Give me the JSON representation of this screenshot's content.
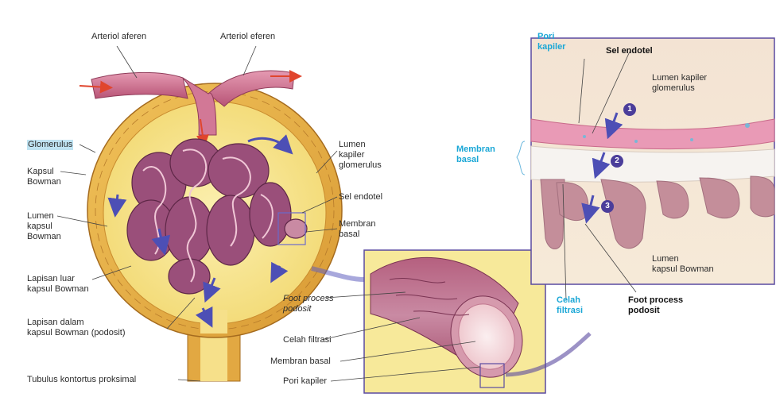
{
  "labels": {
    "arteriol_aferen": "Arteriol aferen",
    "arteriol_eferen": "Arteriol eferen",
    "glomerulus": "Glomerulus",
    "kapsul_bowman": [
      "Kapsul",
      "Bowman"
    ],
    "lumen_kapsul_bowman": [
      "Lumen",
      "kapsul",
      "Bowman"
    ],
    "lapisan_luar": [
      "Lapisan luar",
      "kapsul Bowman"
    ],
    "lapisan_dalam": [
      "Lapisan dalam",
      "kapsul Bowman (podosit)"
    ],
    "tubulus": "Tubulus kontortus proksimal",
    "lumen_kapiler_glomerulus": [
      "Lumen",
      "kapiler",
      "glomerulus"
    ],
    "sel_endotel": "Sel endotel",
    "membran_basal": [
      "Membran",
      "basal"
    ],
    "foot_process": [
      "Foot process",
      "podosit"
    ],
    "celah_filtrasi": "Celah filtrasi",
    "membran_basal_2": "Membran basal",
    "pori_kapiler": "Pori kapiler"
  },
  "detail": {
    "pori_kapiler": [
      "Pori",
      "kapiler"
    ],
    "sel_endotel": "Sel endotel",
    "lumen_kapiler": [
      "Lumen kapiler",
      "glomerulus"
    ],
    "membran_basal": [
      "Membran",
      "basal"
    ],
    "lumen_kapsul": [
      "Lumen",
      "kapsul Bowman"
    ],
    "celah_filtrasi": [
      "Celah",
      "filtrasi"
    ],
    "foot_process": [
      "Foot process",
      "podosit"
    ],
    "steps": [
      "1",
      "2",
      "3"
    ]
  },
  "colors": {
    "capsule_outer": "#e8b04a",
    "capsule_inner": "#f7e38a",
    "vessel": "#c96a8a",
    "glomerulus": "#9a4f7a",
    "arrow_blue": "#4d4fb5",
    "label_cyan": "#1aa7d6"
  }
}
